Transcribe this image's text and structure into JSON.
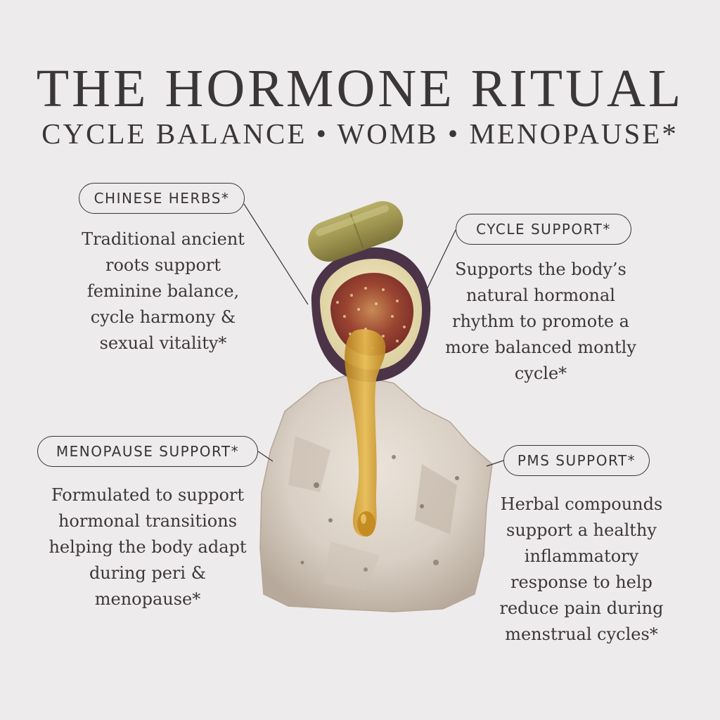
{
  "header": {
    "title": "THE HORMONE RITUAL",
    "subtitle": "CYCLE BALANCE • WOMB • MENOPAUSE*"
  },
  "callouts": {
    "chinese_herbs": {
      "label": "CHINESE HERBS*",
      "lines": [
        "Traditional ancient",
        "roots support",
        "feminine balance,",
        "cycle harmony &",
        "sexual vitality*"
      ]
    },
    "cycle_support": {
      "label": "CYCLE SUPPORT*",
      "lines": [
        "Supports the body’s",
        "natural hormonal",
        "rhythm to promote a",
        "more balanced montly",
        "cycle*"
      ]
    },
    "menopause_support": {
      "label": "MENOPAUSE SUPPORT*",
      "lines": [
        "Formulated to support",
        "hormonal transitions",
        "helping the body adapt",
        "during peri &",
        "menopause*"
      ]
    },
    "pms_support": {
      "label": "PMS SUPPORT*",
      "lines": [
        "Herbal compounds",
        "support a healthy",
        "inflammatory",
        "response to help",
        "reduce pain during",
        "menstrual cycles*"
      ]
    }
  },
  "colors": {
    "background": "#eeebec",
    "text": "#3a3535",
    "capsule": "#a29a52",
    "fig_skin": "#4c3448",
    "fig_flesh": "#efe5b8",
    "fig_core": "#8b3c30",
    "honey": "#d9a838",
    "stone": "#d8cec3"
  },
  "icons": [
    "capsule-image",
    "fig-image",
    "honey-drip-image",
    "stone-image"
  ]
}
